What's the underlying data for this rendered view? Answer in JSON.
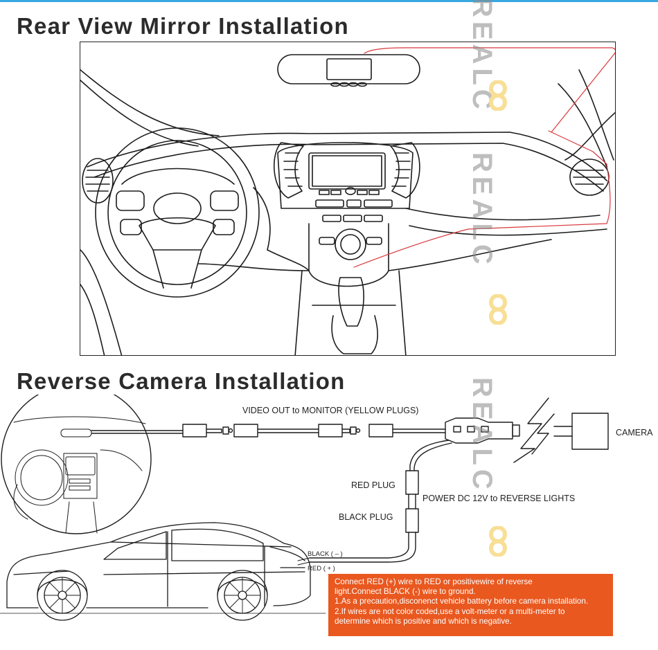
{
  "titles": {
    "mirror": "Rear View Mirror Installation",
    "camera": "Reverse Camera Installation"
  },
  "labels": {
    "video_out": "VIDEO OUT to MONITOR (YELLOW PLUGS)",
    "camera": "CAMERA",
    "red_plug": "RED PLUG",
    "black_plug": "BLACK PLUG",
    "power": "POWER DC 12V to REVERSE LIGHTS",
    "black_wire": "BLACK ( – )",
    "red_wire": "RED ( + )"
  },
  "note": {
    "line1": "Connect RED (+) wire to RED or positivewire of reverse",
    "line2": "light.Connect BLACK (-) wire to ground.",
    "line3": "1.As a precaution,disconenct vehicle battery before camera installation.",
    "line4": "2.If wires are not color coded,use a volt-meter or a multi-meter to",
    "line5": "determine which is positive and which is negative."
  },
  "watermark": {
    "text1": "REALC",
    "text2": "REALC",
    "text3": "REALC"
  },
  "colors": {
    "heading": "#2b2b2b",
    "wire_red": "#d8383c",
    "note_bg": "#e9581f",
    "accent_rule": "#38a8e0",
    "watermark_o": "#f4c542"
  }
}
